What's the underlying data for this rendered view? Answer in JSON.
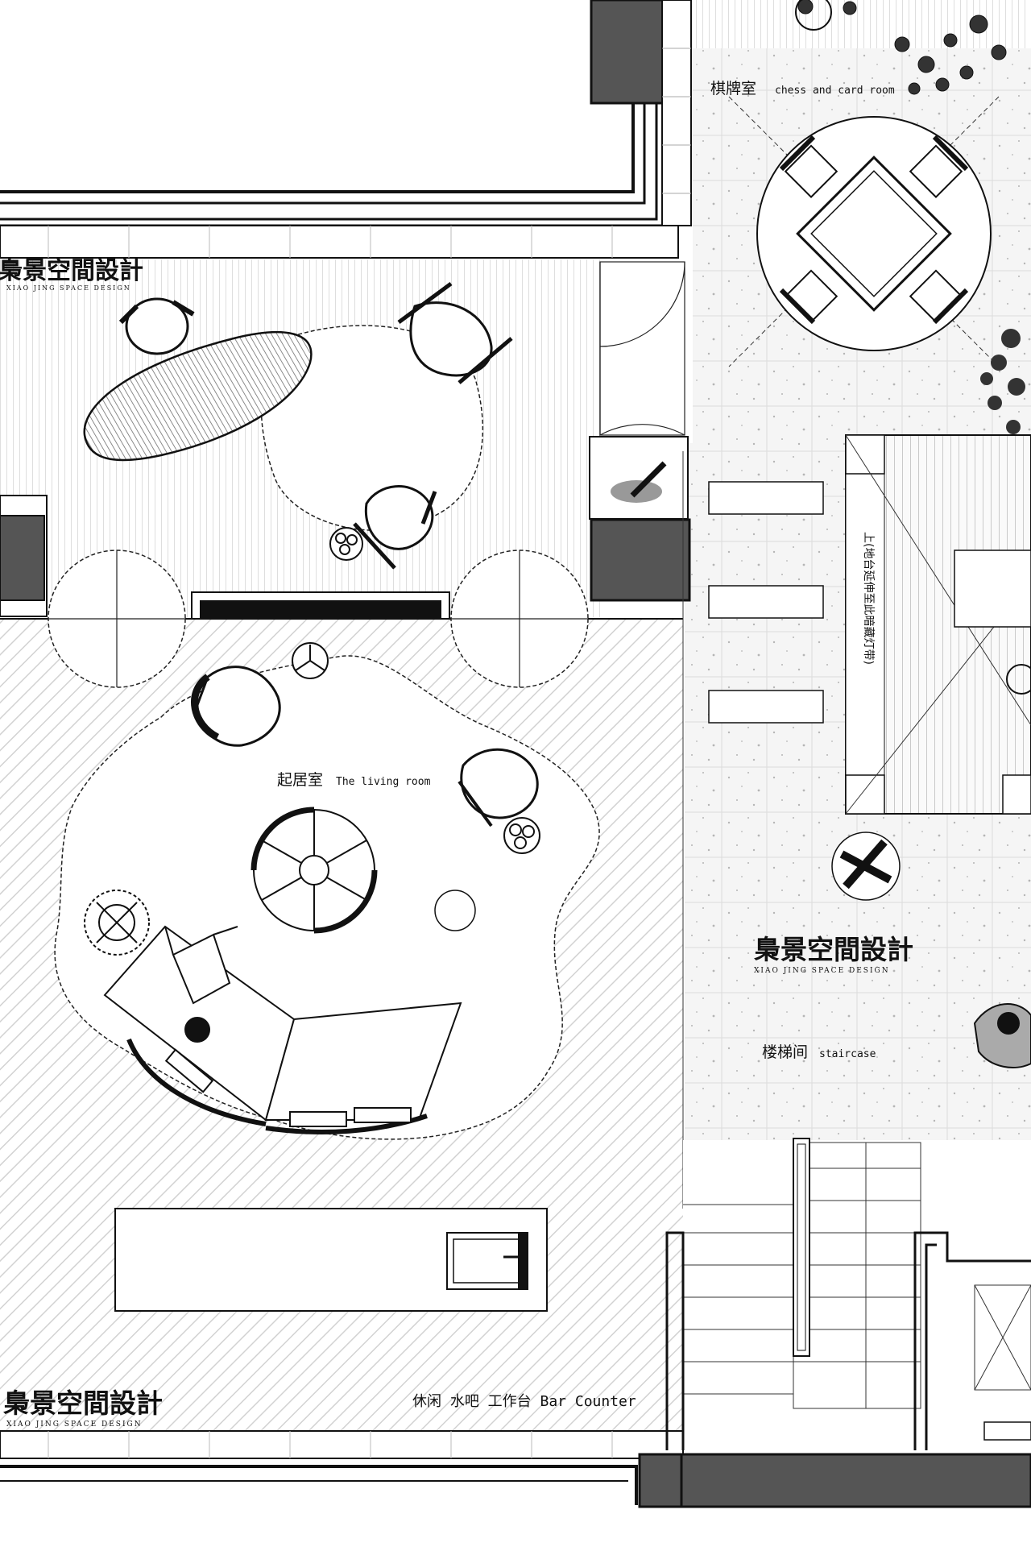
{
  "brand": {
    "name_cn": "梟景空間設計",
    "name_en": "XIAO JING SPACE DESIGN"
  },
  "rooms": {
    "chess": {
      "cn": "棋牌室",
      "en": "chess and card room"
    },
    "living": {
      "cn": "起居室",
      "en": "The living room"
    },
    "staircase": {
      "cn": "楼梯间",
      "en": "staircase"
    },
    "bar": {
      "label": "休闲 水吧 工作台 Bar Counter"
    }
  },
  "annotations": {
    "step_note": "上(地台延伸至此暗藏灯带)"
  },
  "colors": {
    "wall_dark": "#555555",
    "line": "#111111",
    "floor_tile": "#f3f3f3",
    "hatch": "#cfcfcf"
  }
}
